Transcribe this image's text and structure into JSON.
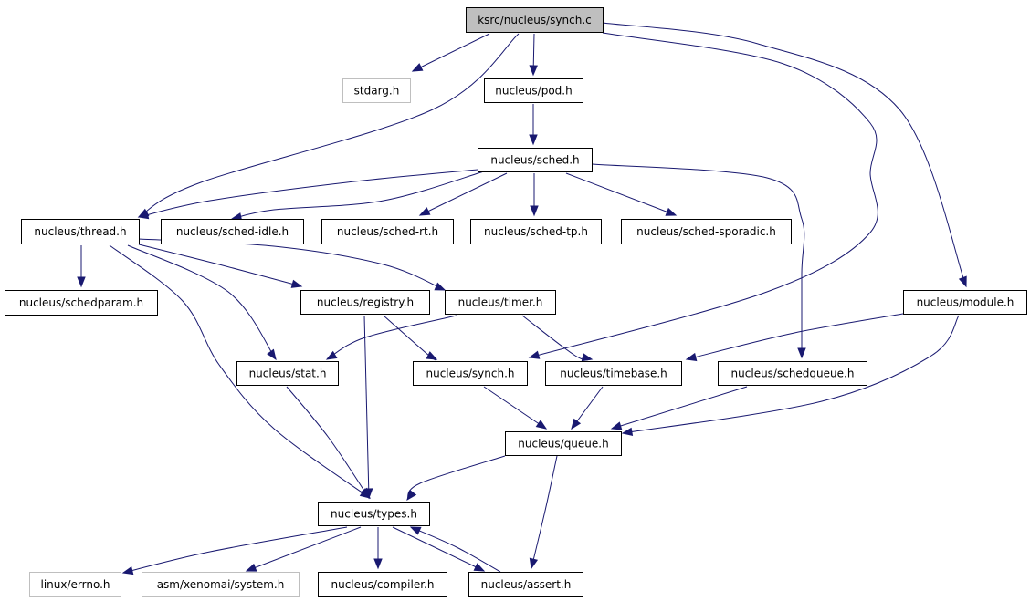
{
  "colors": {
    "edge": "#191970",
    "node_border": "#000000",
    "node_missing_border": "#bfbfbf",
    "root_fill": "#bfbfbf",
    "node_fill": "#ffffff"
  },
  "nodes": [
    {
      "id": "synch_c",
      "label": "ksrc/nucleus/synch.c",
      "kind": "root"
    },
    {
      "id": "stdarg",
      "label": "stdarg.h",
      "kind": "missing"
    },
    {
      "id": "pod",
      "label": "nucleus/pod.h",
      "kind": "normal"
    },
    {
      "id": "sched",
      "label": "nucleus/sched.h",
      "kind": "normal"
    },
    {
      "id": "thread",
      "label": "nucleus/thread.h",
      "kind": "normal"
    },
    {
      "id": "sched_idle",
      "label": "nucleus/sched-idle.h",
      "kind": "normal"
    },
    {
      "id": "sched_rt",
      "label": "nucleus/sched-rt.h",
      "kind": "normal"
    },
    {
      "id": "sched_tp",
      "label": "nucleus/sched-tp.h",
      "kind": "normal"
    },
    {
      "id": "sched_sporadic",
      "label": "nucleus/sched-sporadic.h",
      "kind": "normal"
    },
    {
      "id": "schedparam",
      "label": "nucleus/schedparam.h",
      "kind": "normal"
    },
    {
      "id": "registry",
      "label": "nucleus/registry.h",
      "kind": "normal"
    },
    {
      "id": "timer",
      "label": "nucleus/timer.h",
      "kind": "normal"
    },
    {
      "id": "module",
      "label": "nucleus/module.h",
      "kind": "normal"
    },
    {
      "id": "stat",
      "label": "nucleus/stat.h",
      "kind": "normal"
    },
    {
      "id": "synch_h",
      "label": "nucleus/synch.h",
      "kind": "normal"
    },
    {
      "id": "timebase",
      "label": "nucleus/timebase.h",
      "kind": "normal"
    },
    {
      "id": "schedqueue",
      "label": "nucleus/schedqueue.h",
      "kind": "normal"
    },
    {
      "id": "queue",
      "label": "nucleus/queue.h",
      "kind": "normal"
    },
    {
      "id": "types",
      "label": "nucleus/types.h",
      "kind": "normal"
    },
    {
      "id": "errno",
      "label": "linux/errno.h",
      "kind": "missing"
    },
    {
      "id": "system",
      "label": "asm/xenomai/system.h",
      "kind": "missing"
    },
    {
      "id": "compiler",
      "label": "nucleus/compiler.h",
      "kind": "normal"
    },
    {
      "id": "assert",
      "label": "nucleus/assert.h",
      "kind": "normal"
    }
  ],
  "edges": [
    {
      "from": "synch_c",
      "to": "stdarg"
    },
    {
      "from": "synch_c",
      "to": "pod"
    },
    {
      "from": "synch_c",
      "to": "thread"
    },
    {
      "from": "synch_c",
      "to": "synch_h"
    },
    {
      "from": "synch_c",
      "to": "module"
    },
    {
      "from": "pod",
      "to": "sched"
    },
    {
      "from": "sched",
      "to": "thread"
    },
    {
      "from": "sched",
      "to": "sched_idle"
    },
    {
      "from": "sched",
      "to": "sched_rt"
    },
    {
      "from": "sched",
      "to": "sched_tp"
    },
    {
      "from": "sched",
      "to": "sched_sporadic"
    },
    {
      "from": "sched",
      "to": "schedqueue"
    },
    {
      "from": "thread",
      "to": "schedparam"
    },
    {
      "from": "thread",
      "to": "registry"
    },
    {
      "from": "thread",
      "to": "timer"
    },
    {
      "from": "thread",
      "to": "stat"
    },
    {
      "from": "thread",
      "to": "types"
    },
    {
      "from": "registry",
      "to": "types"
    },
    {
      "from": "registry",
      "to": "synch_h"
    },
    {
      "from": "timer",
      "to": "stat"
    },
    {
      "from": "timer",
      "to": "timebase"
    },
    {
      "from": "module",
      "to": "timebase"
    },
    {
      "from": "module",
      "to": "queue"
    },
    {
      "from": "stat",
      "to": "types"
    },
    {
      "from": "synch_h",
      "to": "queue"
    },
    {
      "from": "timebase",
      "to": "queue"
    },
    {
      "from": "schedqueue",
      "to": "queue"
    },
    {
      "from": "queue",
      "to": "types"
    },
    {
      "from": "queue",
      "to": "assert"
    },
    {
      "from": "types",
      "to": "errno"
    },
    {
      "from": "types",
      "to": "system"
    },
    {
      "from": "types",
      "to": "compiler"
    },
    {
      "from": "types",
      "to": "assert"
    },
    {
      "from": "assert",
      "to": "types"
    }
  ]
}
